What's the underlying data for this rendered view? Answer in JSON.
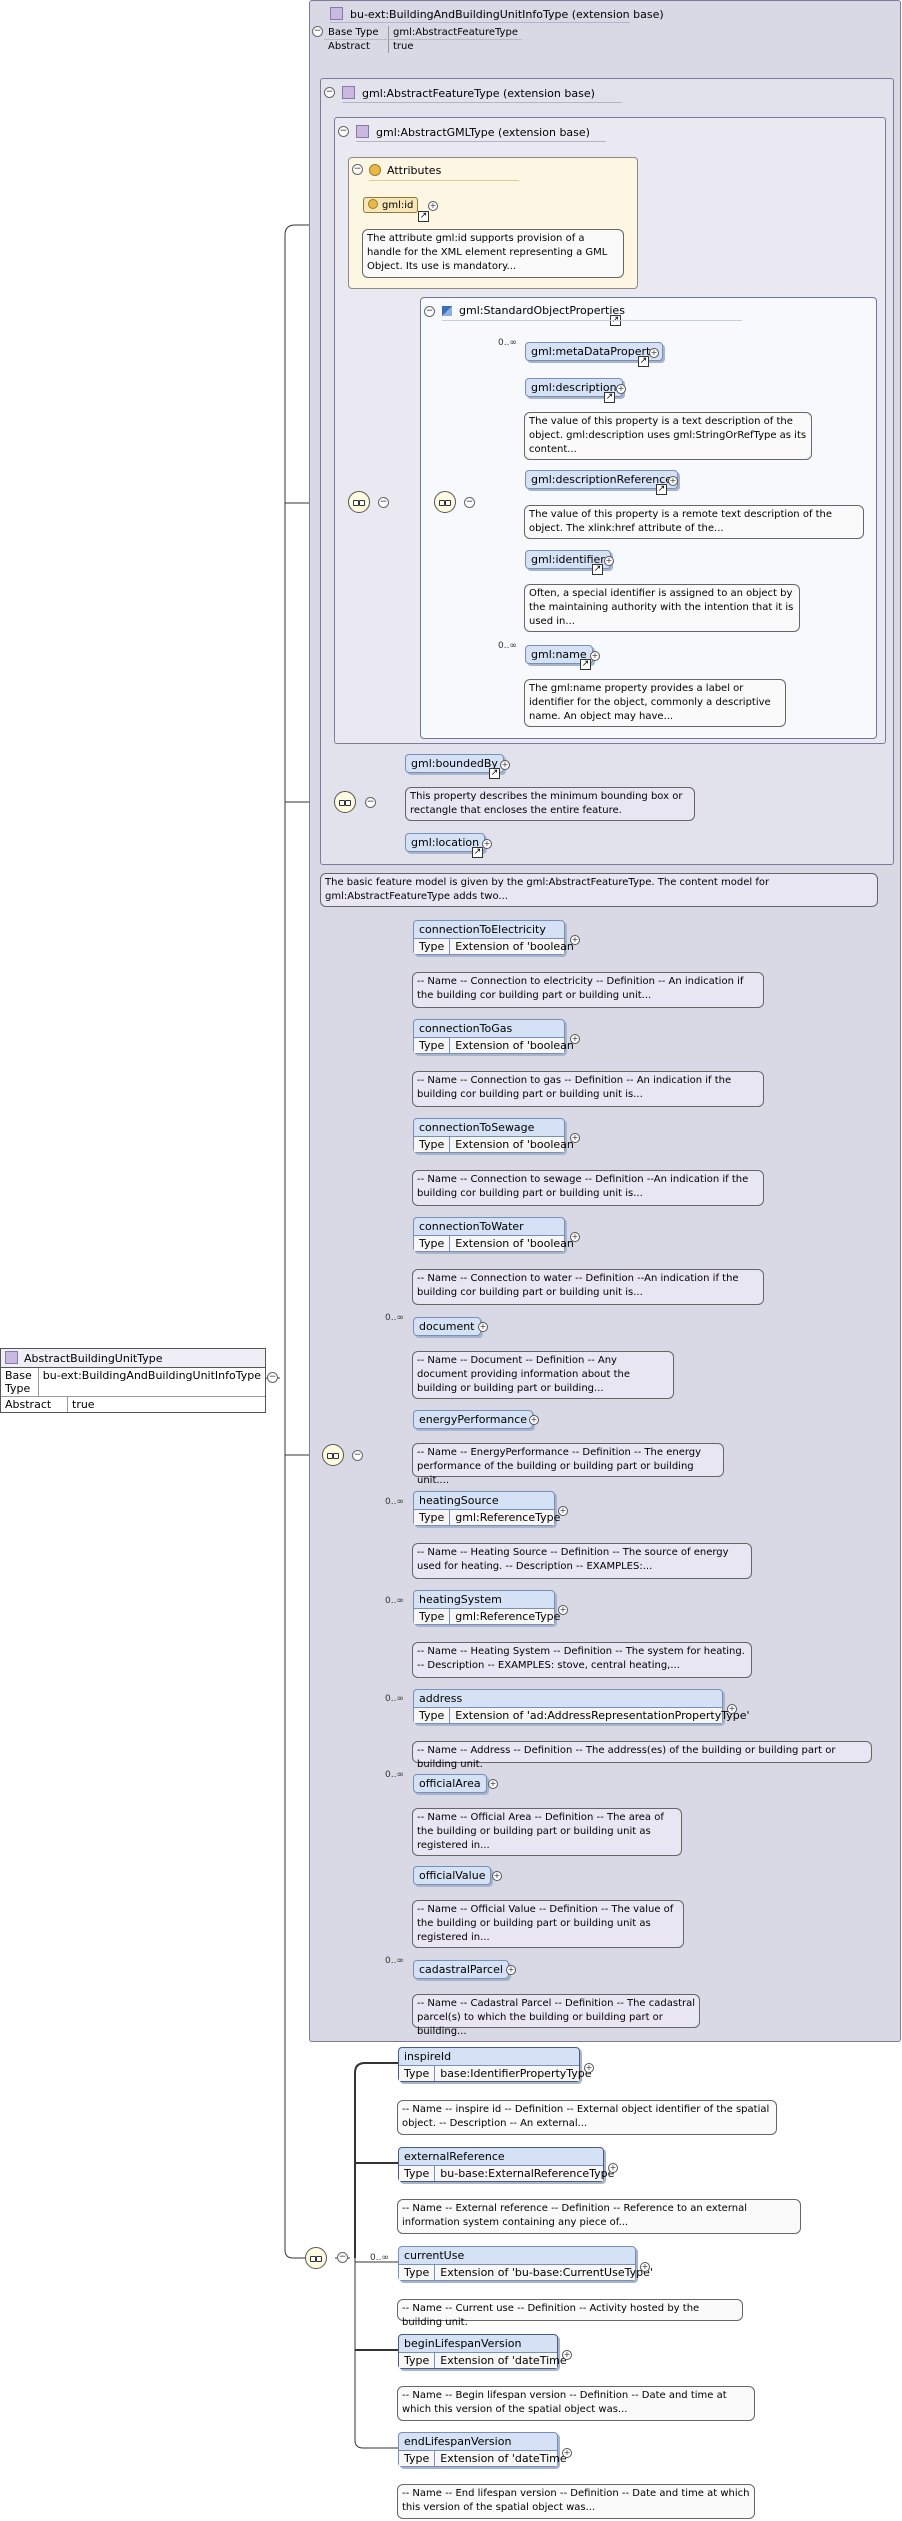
{
  "root_type": {
    "name": "AbstractBuildingUnitType",
    "rows": [
      {
        "key": "Base Type",
        "value": "bu-ext:BuildingAndBuildingUnitInfoType"
      },
      {
        "key": "Abstract",
        "value": "true"
      }
    ]
  },
  "base_type_card": {
    "title": "bu-ext:BuildingAndBuildingUnitInfoType (extension base)",
    "rows": [
      {
        "key": "Base Type",
        "value": "gml:AbstractFeatureType"
      },
      {
        "key": "Abstract",
        "value": "true"
      }
    ]
  },
  "abstract_feature": {
    "title": "gml:AbstractFeatureType (extension base)",
    "doc": "The basic feature model is given by the gml:AbstractFeatureType. The content model for gml:AbstractFeatureType adds two..."
  },
  "abstract_gml": {
    "title": "gml:AbstractGMLType (extension base)"
  },
  "attributes": {
    "title": "Attributes",
    "gml_id": "gml:id",
    "gml_id_doc": "The attribute gml:id supports provision of a handle for the XML element representing a GML Object. Its use is mandatory..."
  },
  "standard_object_properties": {
    "title": "gml:StandardObjectProperties",
    "items": [
      {
        "name": "gml:metaDataProperty",
        "occ": "0..∞",
        "doc": ""
      },
      {
        "name": "gml:description",
        "occ": "",
        "doc": "The value of this property is a text description of the object. gml:description uses gml:StringOrRefType as its content..."
      },
      {
        "name": "gml:descriptionReference",
        "occ": "",
        "doc": "The value of this property is a remote text description of the object. The xlink:href attribute of the..."
      },
      {
        "name": "gml:identifier",
        "occ": "",
        "doc": "Often, a special identifier is assigned to an object by the maintaining authority with the intention that it is used in..."
      },
      {
        "name": "gml:name",
        "occ": "0..∞",
        "doc": "The gml:name property provides a label or identifier for the object, commonly a descriptive name. An object may have..."
      }
    ]
  },
  "bounded": {
    "bounded_by": "gml:boundedBy",
    "bounded_by_doc": "This property describes the minimum bounding box or rectangle that encloses the entire feature.",
    "location": "gml:location"
  },
  "type_label": "Type",
  "info_elements": [
    {
      "name": "connectionToElectricity",
      "occ": "",
      "type": "Extension of 'boolean'",
      "doc": "-- Name -- Connection to electricity -- Definition -- An indication if the building cor building part or building unit..."
    },
    {
      "name": "connectionToGas",
      "occ": "",
      "type": "Extension of 'boolean'",
      "doc": "-- Name -- Connection to gas -- Definition -- An indication if the building cor building part or building unit is..."
    },
    {
      "name": "connectionToSewage",
      "occ": "",
      "type": "Extension of 'boolean'",
      "doc": "-- Name -- Connection to sewage -- Definition --An indication if the building cor building part or building unit is..."
    },
    {
      "name": "connectionToWater",
      "occ": "",
      "type": "Extension of 'boolean'",
      "doc": "-- Name -- Connection to water -- Definition --An indication if the building cor building part or building unit is..."
    },
    {
      "name": "document",
      "occ": "0..∞",
      "type": "",
      "doc": "-- Name -- Document -- Definition -- Any document providing information about the building or building part or building..."
    },
    {
      "name": "energyPerformance",
      "occ": "",
      "type": "",
      "doc": "-- Name -- EnergyPerformance -- Definition -- The energy performance of the building or building part or building unit...."
    },
    {
      "name": "heatingSource",
      "occ": "0..∞",
      "type": "gml:ReferenceType",
      "doc": "-- Name -- Heating Source -- Definition -- The source of energy used for heating. -- Description -- EXAMPLES:..."
    },
    {
      "name": "heatingSystem",
      "occ": "0..∞",
      "type": "gml:ReferenceType",
      "doc": "-- Name -- Heating System -- Definition -- The system for heating. -- Description -- EXAMPLES: stove, central heating,..."
    },
    {
      "name": "address",
      "occ": "0..∞",
      "type": "Extension of 'ad:AddressRepresentationPropertyType'",
      "doc": "-- Name -- Address -- Definition -- The address(es) of the building or building part or building unit."
    },
    {
      "name": "officialArea",
      "occ": "0..∞",
      "type": "",
      "doc": "-- Name -- Official Area -- Definition -- The area of the building or building part or building unit as registered in..."
    },
    {
      "name": "officialValue",
      "occ": "",
      "type": "",
      "doc": "-- Name -- Official Value -- Definition -- The value of the building or building part or building unit as registered in..."
    },
    {
      "name": "cadastralParcel",
      "occ": "0..∞",
      "type": "",
      "doc": "-- Name -- Cadastral Parcel -- Definition -- The cadastral parcel(s) to which the building or building part or building..."
    }
  ],
  "unit_elements": [
    {
      "name": "inspireId",
      "occ": "",
      "type": "base:IdentifierPropertyType",
      "doc": "-- Name -- inspire id -- Definition -- External object identifier of the spatial object. -- Description -- An external..."
    },
    {
      "name": "externalReference",
      "occ": "",
      "type": "bu-base:ExternalReferenceType",
      "doc": "-- Name -- External reference -- Definition -- Reference to an external information system containing any piece of..."
    },
    {
      "name": "currentUse",
      "occ": "0..∞",
      "type": "Extension of 'bu-base:CurrentUseType'",
      "doc": "-- Name -- Current use -- Definition -- Activity hosted by the building unit."
    },
    {
      "name": "beginLifespanVersion",
      "occ": "",
      "type": "Extension of 'dateTime'",
      "doc": "-- Name -- Begin lifespan version -- Definition -- Date and time at which this version of the spatial object was..."
    },
    {
      "name": "endLifespanVersion",
      "occ": "",
      "type": "Extension of 'dateTime'",
      "doc": "-- Name -- End lifespan version -- Definition -- Date and time at which this version of the spatial object was..."
    }
  ],
  "colors": {
    "element_fill": "#d5e2f5",
    "doc_fill": "#e8e6f2",
    "container_fill": "#d9d9e6",
    "attribute_fill": "#fdf6e3"
  }
}
